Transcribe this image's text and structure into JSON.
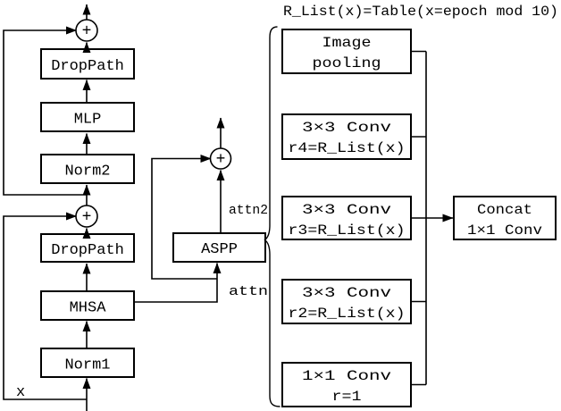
{
  "title": "R_List(x)=Table(x=epoch mod 10)",
  "plus_symbol": "+",
  "colors": {
    "ink": "#000000",
    "background": "#ffffff"
  },
  "transformer_block": {
    "input_label": "x",
    "norm1": "Norm1",
    "mhsa": "MHSA",
    "droppath_attn": "DropPath",
    "norm2": "Norm2",
    "mlp": "MLP",
    "droppath_mlp": "DropPath"
  },
  "attention_path": {
    "aspp": "ASPP",
    "attn_label": "attn",
    "attn2_label": "attn2"
  },
  "aspp_module": {
    "image_pooling": [
      "Image",
      "pooling"
    ],
    "conv_r4": [
      "3×3 Conv",
      "r4=R_List(x)"
    ],
    "conv_r3": [
      "3×3 Conv",
      "r3=R_List(x)"
    ],
    "conv_r2": [
      "3×3 Conv",
      "r2=R_List(x)"
    ],
    "conv_r1": [
      "1×1 Conv",
      "r=1"
    ],
    "concat": [
      "Concat",
      "1×1 Conv"
    ]
  }
}
